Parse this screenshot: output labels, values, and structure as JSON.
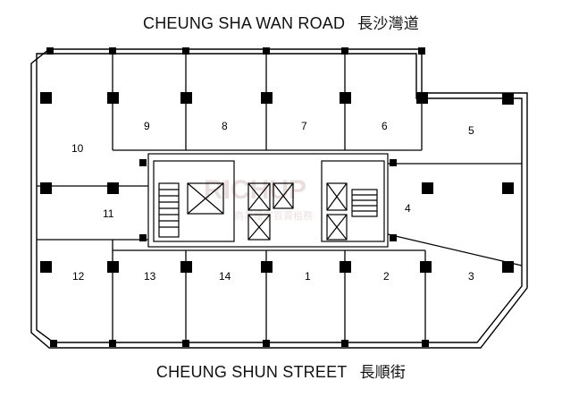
{
  "roads": {
    "north": {
      "en": "CHEUNG SHA WAN ROAD",
      "zh": "長沙灣道"
    },
    "south": {
      "en": "CHEUNG SHUN STREET",
      "zh": "長順街"
    }
  },
  "units": [
    {
      "id": "1",
      "label": "1"
    },
    {
      "id": "2",
      "label": "2"
    },
    {
      "id": "3",
      "label": "3"
    },
    {
      "id": "4",
      "label": "4"
    },
    {
      "id": "5",
      "label": "5"
    },
    {
      "id": "6",
      "label": "6"
    },
    {
      "id": "7",
      "label": "7"
    },
    {
      "id": "8",
      "label": "8"
    },
    {
      "id": "9",
      "label": "9"
    },
    {
      "id": "10",
      "label": "10"
    },
    {
      "id": "11",
      "label": "11"
    },
    {
      "id": "12",
      "label": "12"
    },
    {
      "id": "13",
      "label": "13"
    },
    {
      "id": "14",
      "label": "14"
    }
  ],
  "colors": {
    "line": "#000000",
    "column": "#000000",
    "background": "#ffffff"
  }
}
